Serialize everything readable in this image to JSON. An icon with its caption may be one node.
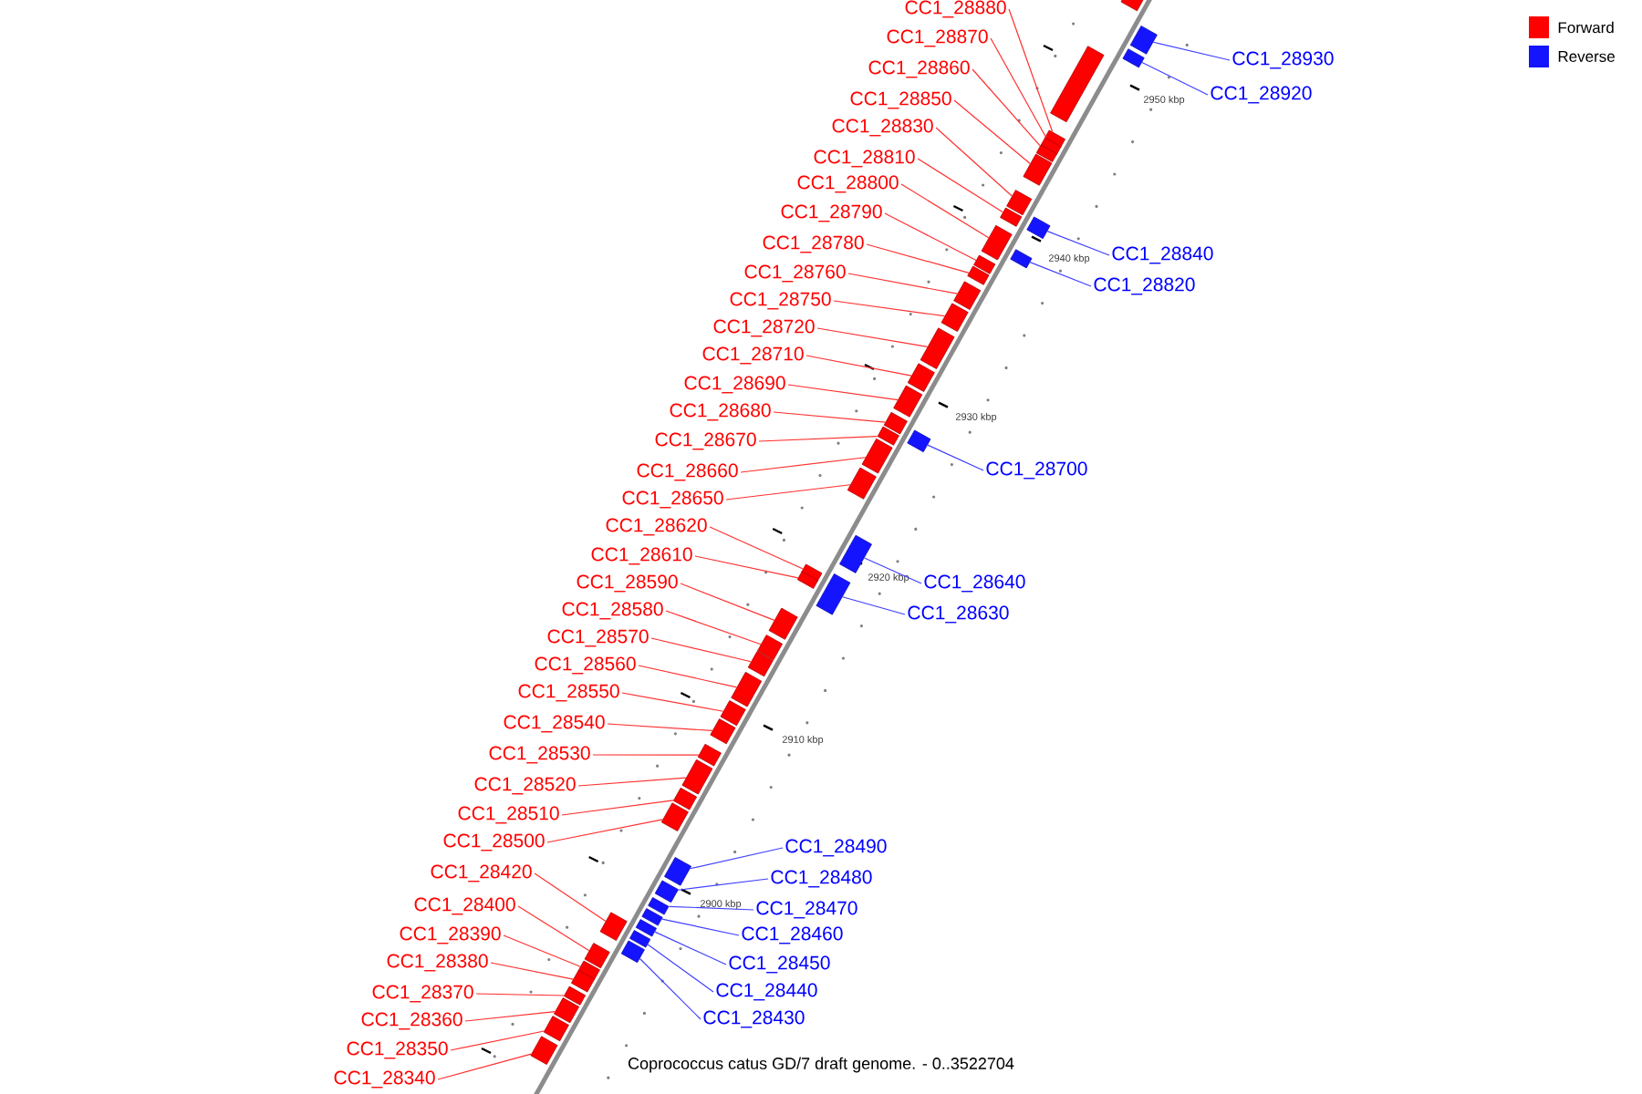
{
  "diagram": {
    "caption": "Coprococcus catus GD/7 draft genome. - 0..3522704",
    "nodes": [
      {
        "text": [
          "CC1_28880"
        ]
      },
      {
        "text": [],
        "shape": "box"
      },
      {
        "text": [
          "CC1_28870"
        ]
      },
      {
        "text": [],
        "shape": "box"
      },
      {
        "text": [
          "CC1_28860"
        ]
      },
      {
        "text": [],
        "shape": "box"
      },
      {
        "text": [
          "CC1_28850"
        ]
      },
      {
        "text": [],
        "shape": "box"
      },
      {
        "text": [
          "CC1_28830"
        ]
      },
      {
        "text": [],
        "shape": "box"
      },
      {
        "text": [
          "CC1_28810"
        ]
      },
      {
        "text": [],
        "shape": "box"
      },
      {
        "text": [
          "CC1_28800"
        ]
      },
      {
        "text": [],
        "shape": "box"
      },
      {
        "text": [
          "CC1_28790"
        ]
      },
      {
        "text": [],
        "shape": "box"
      },
      {
        "text": [
          "CC1_28780"
        ]
      },
      {
        "text": [],
        "shape": "box"
      },
      {
        "text": [
          "CC1_28760"
        ]
      },
      {
        "text": [],
        "shape": "box"
      },
      {
        "text": [
          "CC1_28750"
        ]
      },
      {
        "text": [],
        "shape": "box"
      },
      {
        "text": [
          "CC1_28720"
        ]
      },
      {
        "text": [],
        "shape": "box"
      },
      {
        "text": [
          "CC1_28710"
        ]
      },
      {
        "text": [],
        "shape": "box"
      },
      {
        "text": [
          "CC1_28690"
        ]
      },
      {
        "text": [],
        "shape": "box"
      },
      {
        "text": [
          "CC1_28680"
        ]
      },
      {
        "text": [],
        "shape": "box"
      },
      {
        "text": [
          "CC1_28670"
        ]
      },
      {
        "text": [],
        "shape": "box"
      },
      {
        "text": [
          "CC1_28660"
        ]
      },
      {
        "text": [],
        "shape": "box"
      },
      {
        "text": [
          "CC1_28650"
        ]
      },
      {
        "text": [],
        "shape": "box"
      },
      {
        "text": [
          "CC1_28620"
        ]
      },
      {
        "text": [],
        "shape": "box"
      },
      {
        "text": [
          "CC1_28610"
        ]
      },
      {
        "text": [],
        "shape": "box"
      },
      {
        "text": [
          "CC1_28590"
        ]
      },
      {
        "text": [],
        "shape": "box"
      },
      {
        "text": [
          "CC1_28580"
        ]
      },
      {
        "text": [],
        "shape": "box"
      },
      {
        "text": [
          "CC1_28570"
        ]
      },
      {
        "text": [],
        "shape": "box"
      },
      {
        "text": [
          "CC1_28560"
        ]
      },
      {
        "text": [],
        "shape": "box"
      },
      {
        "text": [
          "CC1_28550"
        ]
      },
      {
        "text": [],
        "shape": "box"
      },
      {
        "text": [
          "CC1_28540"
        ]
      },
      {
        "text": [],
        "shape": "box"
      },
      {
        "text": [
          "CC1_28530"
        ]
      },
      {
        "text": [],
        "shape": "box"
      },
      {
        "text": [
          "CC1_28520"
        ]
      },
      {
        "text": [],
        "shape": "box"
      },
      {
        "text": [
          "CC1_28510"
        ]
      },
      {
        "text": [],
        "shape": "box"
      },
      {
        "text": [
          "CC1_28500"
        ]
      },
      {
        "text": [],
        "shape": "box"
      },
      {
        "text": [
          "CC1_28420"
        ]
      },
      {
        "text": [],
        "shape": "box"
      },
      {
        "text": [
          "CC1_28400"
        ]
      },
      {
        "text": [],
        "shape": "box"
      },
      {
        "text": [
          "CC1_28390"
        ]
      },
      {
        "text": [],
        "shape": "box"
      },
      {
        "text": [
          "CC1_28380"
        ]
      },
      {
        "text": [],
        "shape": "box"
      },
      {
        "text": [
          "CC1_28370"
        ]
      },
      {
        "text": [],
        "shape": "box"
      },
      {
        "text": [
          "CC1_28360"
        ]
      },
      {
        "text": [],
        "shape": "box"
      },
      {
        "text": [
          "CC1_28350"
        ]
      },
      {
        "text": [],
        "shape": "box"
      },
      {
        "text": [
          "CC1_28340"
        ]
      },
      {
        "text": [],
        "shape": "box"
      },
      {
        "text": [
          "CC1_28930"
        ]
      },
      {
        "text": [],
        "shape": "box"
      },
      {
        "text": [
          "CC1_28920"
        ]
      },
      {
        "text": [],
        "shape": "box"
      },
      {
        "text": [
          "CC1_28840"
        ]
      },
      {
        "text": [],
        "shape": "box"
      },
      {
        "text": [
          "CC1_28820"
        ]
      },
      {
        "text": [],
        "shape": "box"
      },
      {
        "text": [
          "CC1_28700"
        ]
      },
      {
        "text": [],
        "shape": "box"
      },
      {
        "text": [
          "CC1_28640"
        ]
      },
      {
        "text": [],
        "shape": "box"
      },
      {
        "text": [
          "CC1_28630"
        ]
      },
      {
        "text": [],
        "shape": "box"
      },
      {
        "text": [
          "CC1_28490"
        ]
      },
      {
        "text": [],
        "shape": "box"
      },
      {
        "text": [
          "CC1_28480"
        ]
      },
      {
        "text": [],
        "shape": "box"
      },
      {
        "text": [
          "CC1_28470"
        ]
      },
      {
        "text": [],
        "shape": "box"
      },
      {
        "text": [
          "CC1_28460"
        ]
      },
      {
        "text": [],
        "shape": "box"
      },
      {
        "text": [
          "CC1_28450"
        ]
      },
      {
        "text": [],
        "shape": "box"
      },
      {
        "text": [
          "CC1_28440"
        ]
      },
      {
        "text": [],
        "shape": "box"
      },
      {
        "text": [
          "CC1_28430"
        ]
      },
      {
        "text": [],
        "shape": "box"
      },
      {
        "text": [],
        "shape": "box"
      },
      {
        "text": [],
        "shape": "box"
      }
    ],
    "edges": [
      {
        "from": 0,
        "to": 1,
        "arrow": "none"
      },
      {
        "from": 2,
        "to": 3,
        "arrow": "none"
      },
      {
        "from": 4,
        "to": 5,
        "arrow": "none"
      },
      {
        "from": 6,
        "to": 7,
        "arrow": "none"
      },
      {
        "from": 8,
        "to": 9,
        "arrow": "none"
      },
      {
        "from": 10,
        "to": 11,
        "arrow": "none"
      },
      {
        "from": 12,
        "to": 13,
        "arrow": "none"
      },
      {
        "from": 14,
        "to": 15,
        "arrow": "none"
      },
      {
        "from": 16,
        "to": 17,
        "arrow": "none"
      },
      {
        "from": 18,
        "to": 19,
        "arrow": "none"
      },
      {
        "from": 20,
        "to": 21,
        "arrow": "none"
      },
      {
        "from": 22,
        "to": 23,
        "arrow": "none"
      },
      {
        "from": 24,
        "to": 25,
        "arrow": "none"
      },
      {
        "from": 26,
        "to": 27,
        "arrow": "none"
      },
      {
        "from": 28,
        "to": 29,
        "arrow": "none"
      },
      {
        "from": 30,
        "to": 31,
        "arrow": "none"
      },
      {
        "from": 32,
        "to": 33,
        "arrow": "none"
      },
      {
        "from": 34,
        "to": 35,
        "arrow": "none"
      },
      {
        "from": 36,
        "to": 37,
        "arrow": "none"
      },
      {
        "from": 38,
        "to": 39,
        "arrow": "none"
      },
      {
        "from": 40,
        "to": 41,
        "arrow": "none"
      },
      {
        "from": 42,
        "to": 43,
        "arrow": "none"
      },
      {
        "from": 44,
        "to": 45,
        "arrow": "none"
      },
      {
        "from": 46,
        "to": 47,
        "arrow": "none"
      },
      {
        "from": 48,
        "to": 49,
        "arrow": "none"
      },
      {
        "from": 50,
        "to": 51,
        "arrow": "none"
      },
      {
        "from": 52,
        "to": 53,
        "arrow": "none"
      },
      {
        "from": 54,
        "to": 55,
        "arrow": "none"
      },
      {
        "from": 56,
        "to": 57,
        "arrow": "none"
      },
      {
        "from": 58,
        "to": 59,
        "arrow": "none"
      },
      {
        "from": 60,
        "to": 61,
        "arrow": "none"
      },
      {
        "from": 62,
        "to": 63,
        "arrow": "none"
      },
      {
        "from": 64,
        "to": 65,
        "arrow": "none"
      },
      {
        "from": 66,
        "to": 67,
        "arrow": "none"
      },
      {
        "from": 68,
        "to": 69,
        "arrow": "none"
      },
      {
        "from": 70,
        "to": 71,
        "arrow": "none"
      },
      {
        "from": 72,
        "to": 73,
        "arrow": "none"
      },
      {
        "from": 74,
        "to": 75,
        "arrow": "none"
      },
      {
        "from": 76,
        "to": 77,
        "arrow": "none",
        "color": "#4040ff"
      },
      {
        "from": 78,
        "to": 79,
        "arrow": "none",
        "color": "#4040ff"
      },
      {
        "from": 80,
        "to": 81,
        "arrow": "none",
        "color": "#4040ff"
      },
      {
        "from": 82,
        "to": 83,
        "arrow": "none",
        "color": "#4040ff"
      },
      {
        "from": 84,
        "to": 85,
        "arrow": "none",
        "color": "#4040ff"
      },
      {
        "from": 86,
        "to": 87,
        "arrow": "none",
        "color": "#4040ff"
      },
      {
        "from": 88,
        "to": 89,
        "arrow": "none",
        "color": "#4040ff"
      },
      {
        "from": 90,
        "to": 91,
        "arrow": "none",
        "color": "#4040ff"
      },
      {
        "from": 92,
        "to": 93,
        "arrow": "none",
        "color": "#4040ff"
      },
      {
        "from": 94,
        "to": 95,
        "arrow": "none",
        "color": "#4040ff"
      },
      {
        "from": 96,
        "to": 97,
        "arrow": "none",
        "color": "#4040ff"
      },
      {
        "from": 98,
        "to": 99,
        "arrow": "none",
        "color": "#4040ff"
      },
      {
        "from": 100,
        "to": 101,
        "arrow": "none",
        "color": "#4040ff"
      },
      {
        "from": 102,
        "to": 103,
        "arrow": "none",
        "color": "#4040ff"
      }
    ],
    "labels": [
      "2950 kbp",
      "2940 kbp",
      "2930 kbp",
      "2920 kbp",
      "2910 kbp",
      "2900 kbp"
    ],
    "legend": [
      {
        "text": "Forward",
        "color": "#ff0000"
      },
      {
        "text": "Reverse",
        "color": "#1414ff"
      }
    ]
  }
}
